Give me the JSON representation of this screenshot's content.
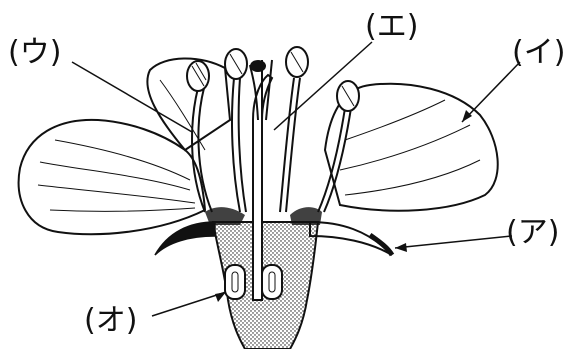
{
  "labels": {
    "a": "(ア)",
    "i": "(イ)",
    "u": "(ウ)",
    "e": "(エ)",
    "o": "(オ)"
  },
  "colors": {
    "ink": "#111111",
    "paper": "#ffffff"
  }
}
